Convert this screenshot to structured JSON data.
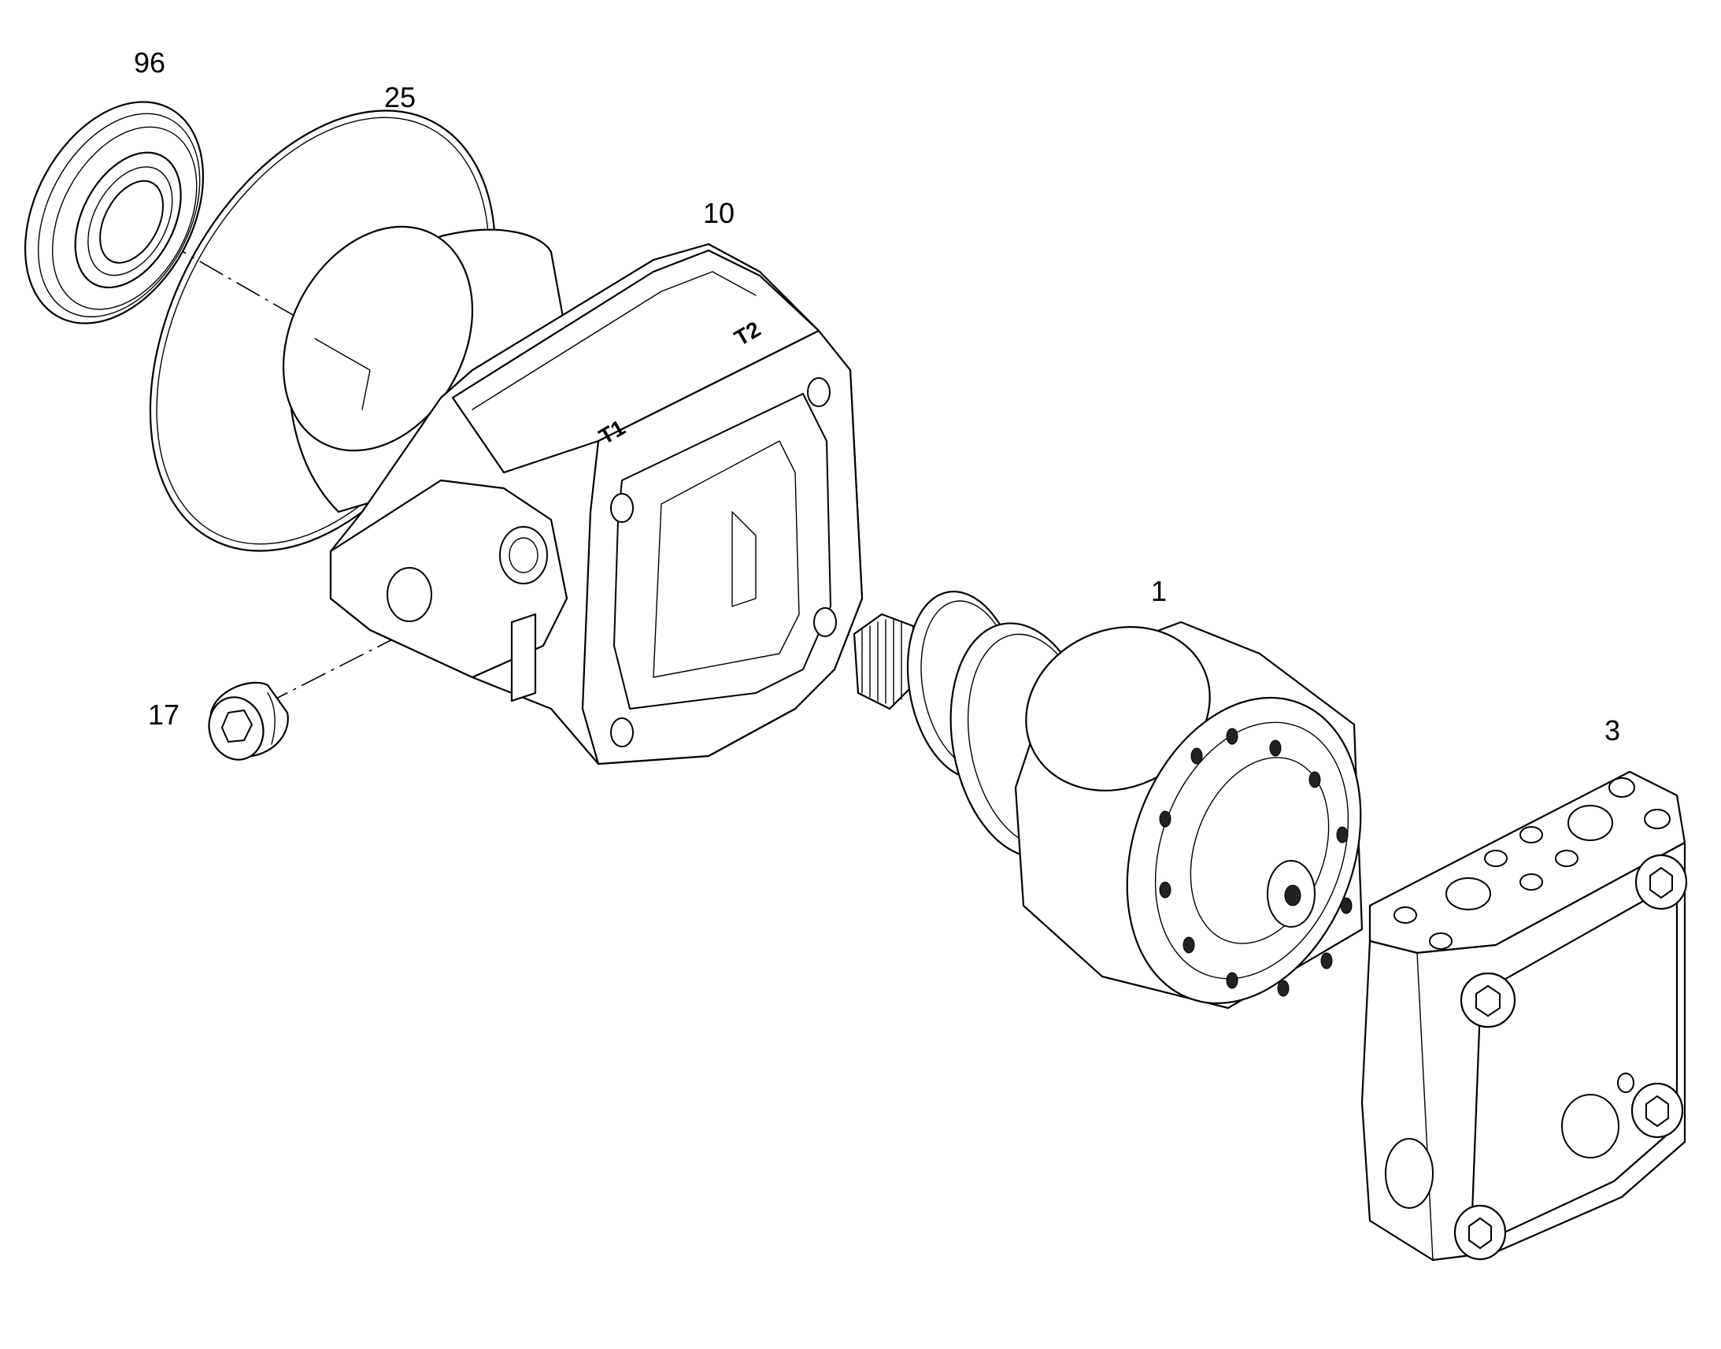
{
  "diagram": {
    "callouts": [
      {
        "id": "seal",
        "label": "96"
      },
      {
        "id": "o-ring",
        "label": "25"
      },
      {
        "id": "housing",
        "label": "10"
      },
      {
        "id": "rotating-group",
        "label": "1"
      },
      {
        "id": "plug",
        "label": "17"
      },
      {
        "id": "port-plate",
        "label": "3"
      }
    ],
    "housing_markings": {
      "port_t1": "T1",
      "port_t2": "T2"
    }
  }
}
